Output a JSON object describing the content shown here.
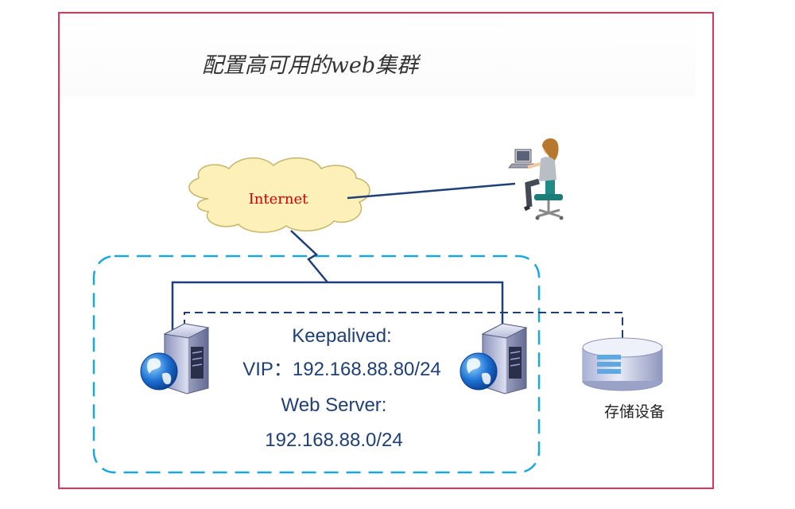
{
  "title": "配置高可用的web集群",
  "cloud": {
    "label": "Internet"
  },
  "cluster": {
    "keepalived_label": "Keepalived:",
    "vip_line": "VIP：192.168.88.80/24",
    "web_server_label": "Web Server:",
    "network": "192.168.88.0/24"
  },
  "storage": {
    "label": "存储设备"
  },
  "colors": {
    "frame_border": "#e0325a",
    "cluster_dash": "#1aa7e0",
    "link_line": "#1f3f78",
    "cloud_fill": "#fdf0b8",
    "cloud_text": "#d40000"
  },
  "icons": {
    "server_left": "web-server-icon",
    "server_right": "web-server-icon",
    "user": "user-at-laptop-icon",
    "storage": "storage-device-icon",
    "cloud": "internet-cloud-icon"
  }
}
